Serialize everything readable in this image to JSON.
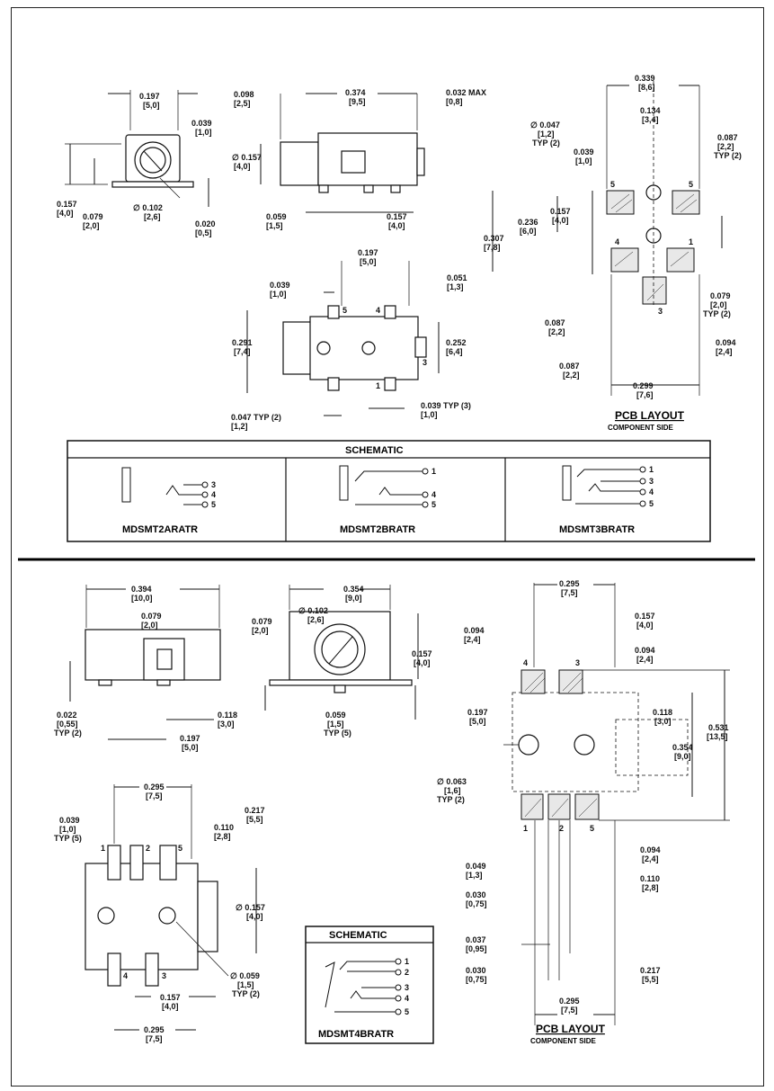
{
  "top": {
    "front_view": {
      "dims": [
        {
          "in": "0.197",
          "mm": "[5,0]"
        },
        {
          "in": "0.039",
          "mm": "[1,0]"
        },
        {
          "in": "0.157",
          "mm": "[4,0]"
        },
        {
          "in": "0.079",
          "mm": "[2,0]"
        },
        {
          "in": "∅ 0.102",
          "mm": "[2,6]"
        },
        {
          "in": "0.020",
          "mm": "[0,5]"
        }
      ]
    },
    "side_view": {
      "dims": [
        {
          "in": "0.098",
          "mm": "[2,5]"
        },
        {
          "in": "0.374",
          "mm": "[9,5]"
        },
        {
          "in": "0.032 MAX",
          "mm": "[0,8]"
        },
        {
          "in": "∅ 0.157",
          "mm": "[4,0]"
        },
        {
          "in": "0.059",
          "mm": "[1,5]"
        },
        {
          "in": "0.157",
          "mm": "[4,0]"
        }
      ]
    },
    "top_view": {
      "dims": [
        {
          "in": "0.197",
          "mm": "[5,0]"
        },
        {
          "in": "0.039",
          "mm": "[1,0]"
        },
        {
          "in": "0.051",
          "mm": "[1,3]"
        },
        {
          "in": "0.291",
          "mm": "[7,4]"
        },
        {
          "in": "0.252",
          "mm": "[6,4]"
        },
        {
          "in": "0.047  TYP (2)",
          "mm": "[1,2]"
        },
        {
          "in": "0.039  TYP (3)",
          "mm": "[1,0]"
        }
      ],
      "pins": [
        "5",
        "4",
        "3",
        "1"
      ]
    },
    "pcb": {
      "title": "PCB LAYOUT",
      "subtitle": "COMPONENT SIDE",
      "dims": [
        {
          "in": "0.339",
          "mm": "[8,6]"
        },
        {
          "in": "0.134",
          "mm": "[3,4]"
        },
        {
          "in": "∅ 0.047",
          "mm": "[1,2]",
          "note": "TYP (2)"
        },
        {
          "in": "0.087",
          "mm": "[2,2]",
          "note": "TYP (2)"
        },
        {
          "in": "0.039",
          "mm": "[1,0]"
        },
        {
          "in": "0.157",
          "mm": "[4,0]"
        },
        {
          "in": "0.236",
          "mm": "[6,0]"
        },
        {
          "in": "0.307",
          "mm": "[7,8]"
        },
        {
          "in": "0.079",
          "mm": "[2,0]",
          "note": "TYP (2)"
        },
        {
          "in": "0.087",
          "mm": "[2,2]"
        },
        {
          "in": "0.094",
          "mm": "[2,4]"
        },
        {
          "in": "0.087",
          "mm": "[2,2]"
        },
        {
          "in": "0.299",
          "mm": "[7,6]"
        }
      ],
      "pins": [
        "5",
        "5",
        "4",
        "1",
        "3"
      ]
    },
    "schematic": {
      "title": "SCHEMATIC",
      "parts": [
        "MDSMT2ARATR",
        "MDSMT2BRATR",
        "MDSMT3BRATR"
      ],
      "pins_a": [
        "3",
        "4",
        "5"
      ],
      "pins_b": [
        "1",
        "4",
        "5"
      ],
      "pins_c": [
        "1",
        "3",
        "4",
        "5"
      ]
    }
  },
  "bottom": {
    "side_view": {
      "dims": [
        {
          "in": "0.394",
          "mm": "[10,0]"
        },
        {
          "in": "0.079",
          "mm": "[2,0]"
        },
        {
          "in": "0.022",
          "mm": "[0,55]",
          "note": "TYP (2)"
        },
        {
          "in": "0.118",
          "mm": "[3,0]"
        },
        {
          "in": "0.197",
          "mm": "[5,0]"
        }
      ]
    },
    "front_view": {
      "dims": [
        {
          "in": "0.079",
          "mm": "[2,0]"
        },
        {
          "in": "0.354",
          "mm": "[9,0]"
        },
        {
          "in": "∅ 0.102",
          "mm": "[2,6]"
        },
        {
          "in": "0.157",
          "mm": "[4,0]"
        },
        {
          "in": "0.059",
          "mm": "[1,5]",
          "note": "TYP (5)"
        }
      ]
    },
    "top_view": {
      "dims": [
        {
          "in": "0.295",
          "mm": "[7,5]"
        },
        {
          "in": "0.217",
          "mm": "[5,5]"
        },
        {
          "in": "0.039",
          "mm": "[1,0]",
          "note": "TYP (5)"
        },
        {
          "in": "0.110",
          "mm": "[2,8]"
        },
        {
          "in": "∅ 0.157",
          "mm": "[4,0]"
        },
        {
          "in": "∅ 0.059",
          "mm": "[1,5]",
          "note": "TYP (2)"
        },
        {
          "in": "0.157",
          "mm": "[4,0]"
        },
        {
          "in": "0.295",
          "mm": "[7,5]"
        }
      ],
      "pins": [
        "1",
        "2",
        "5",
        "4",
        "3"
      ]
    },
    "schematic": {
      "title": "SCHEMATIC",
      "part": "MDSMT4BRATR",
      "pins": [
        "1",
        "2",
        "3",
        "4",
        "5"
      ]
    },
    "pcb": {
      "title": "PCB LAYOUT",
      "subtitle": "COMPONENT SIDE",
      "dims": [
        {
          "in": "0.295",
          "mm": "[7,5]"
        },
        {
          "in": "0.157",
          "mm": "[4,0]"
        },
        {
          "in": "0.094",
          "mm": "[2,4]"
        },
        {
          "in": "0.094",
          "mm": "[2,4]"
        },
        {
          "in": "0.197",
          "mm": "[5,0]"
        },
        {
          "in": "0.118",
          "mm": "[3,0]"
        },
        {
          "in": "0.531",
          "mm": "[13,5]"
        },
        {
          "in": "0.354",
          "mm": "[9,0]"
        },
        {
          "in": "∅ 0.063",
          "mm": "[1,6]",
          "note": "TYP (2)"
        },
        {
          "in": "0.094",
          "mm": "[2,4]"
        },
        {
          "in": "0.049",
          "mm": "[1,3]"
        },
        {
          "in": "0.110",
          "mm": "[2,8]"
        },
        {
          "in": "0.030",
          "mm": "[0,75]"
        },
        {
          "in": "0.037",
          "mm": "[0,95]"
        },
        {
          "in": "0.030",
          "mm": "[0,75]"
        },
        {
          "in": "0.217",
          "mm": "[5,5]"
        },
        {
          "in": "0.295",
          "mm": "[7,5]"
        }
      ],
      "pins": [
        "4",
        "3",
        "1",
        "2",
        "5"
      ]
    }
  }
}
